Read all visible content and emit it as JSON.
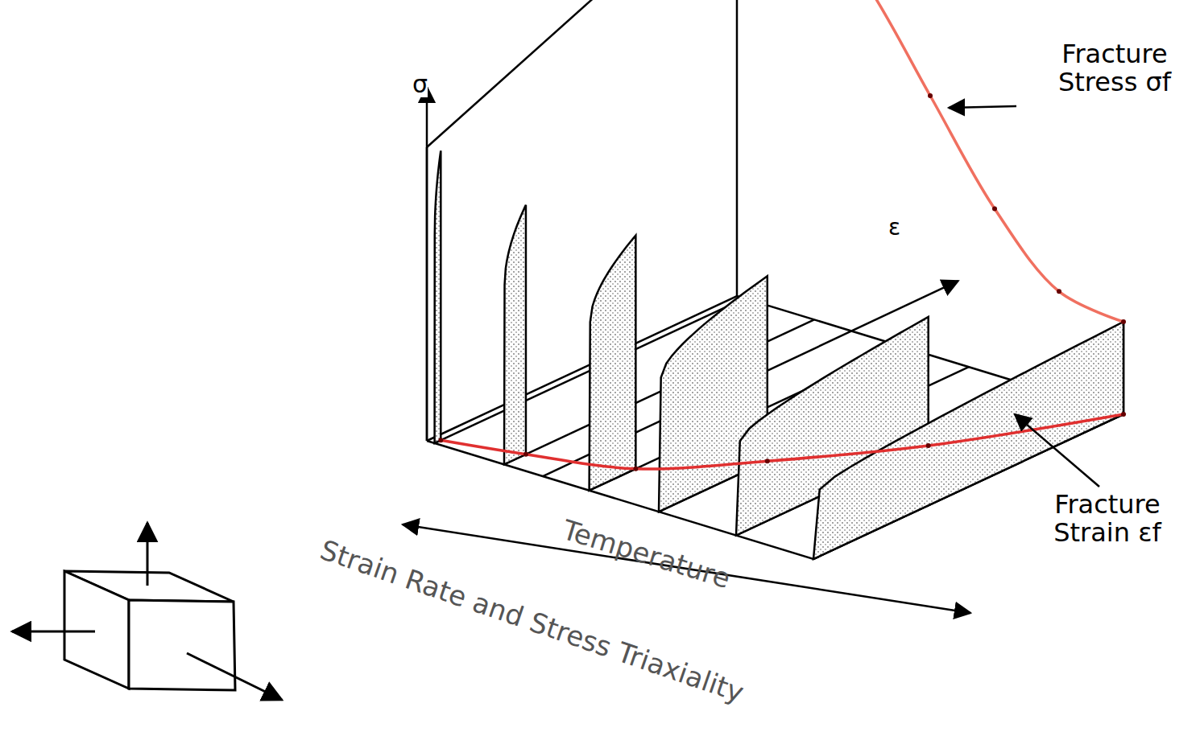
{
  "diagram": {
    "labels": [
      "σ",
      "ε",
      "Fracture Stress σf",
      "Fracture Strain εf",
      "Temperature",
      "Strain Rate and Stress Triaxiality"
    ]
  }
}
